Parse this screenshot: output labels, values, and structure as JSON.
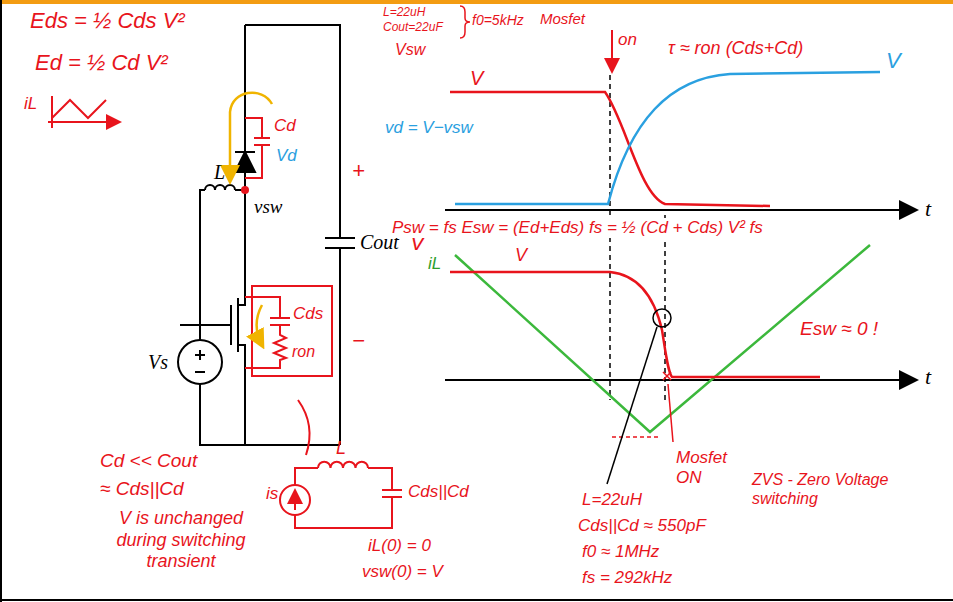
{
  "diagram": {
    "labels": [
      "Eds = ½ Cds V²",
      "Ed = ½ Cd V²",
      "iL",
      "L",
      "vsw",
      "Cout",
      "V",
      "+",
      "−",
      "Vs",
      "Cd",
      "Vd",
      "Cds",
      "ron",
      "Cd << Cout",
      "≈ Cds||Cd",
      "V is unchanged during switching transient",
      "L",
      "is",
      "Cds||Cd",
      "iL(0) = 0",
      "vsw(0) = V",
      "L=22uH",
      "Cout=22uF",
      "f0=5kHz",
      "Mosfet",
      "Vsw",
      "V",
      "on",
      "τ ≈ ron (Cds+Cd)",
      "V",
      "vd = V−vsw",
      "t",
      "Psw = fs Esw = (Ed+Eds) fs = ½ (Cd + Cds) V² fs",
      "V",
      "Esw ≈ 0 !",
      "t",
      "iL",
      "L=22uH",
      "Cds||Cd ≈ 550pF",
      "f0 ≈ 1MHz",
      "fs = 292kHz",
      "Mosfet ON",
      "ZVS - Zero Voltage switching"
    ]
  }
}
